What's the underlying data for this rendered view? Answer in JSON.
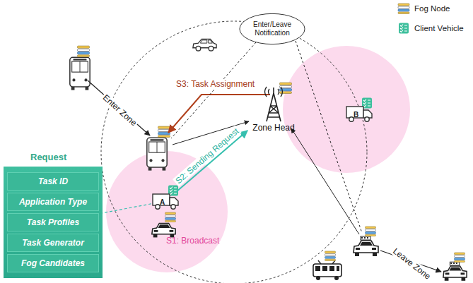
{
  "diagram": {
    "nodes": [
      {
        "text": [
          "Enter/Leave Notification"
        ]
      },
      {
        "text": [
          "Zone Head"
        ]
      },
      {
        "text": [
          "B"
        ]
      },
      {
        "text": [
          "A"
        ]
      },
      {
        "text": [
          "Request"
        ]
      },
      {
        "text": [
          "Task ID"
        ],
        "in": 4
      },
      {
        "text": [
          "Application Type"
        ],
        "in": 4
      },
      {
        "text": [
          "Task Profiles"
        ],
        "in": 4
      },
      {
        "text": [
          "Task Generator"
        ],
        "in": 4
      },
      {
        "text": [
          "Fog Candidates"
        ],
        "in": 4
      }
    ],
    "edges": [
      {
        "from": 3,
        "to": 1,
        "arrow": "to",
        "label": "S2: Sending Request"
      },
      {
        "from": 3,
        "to": 4,
        "arrow": "none"
      }
    ],
    "labels": [
      "S3: Task Assignment",
      "S1: Broadcast",
      "Enter Zone",
      "Leave Zone"
    ],
    "legend": [
      {
        "text": "Fog Node"
      },
      {
        "text": "Client Vehicle"
      }
    ]
  }
}
